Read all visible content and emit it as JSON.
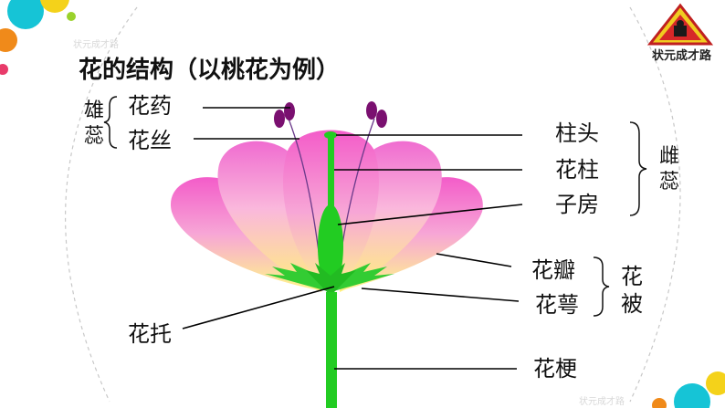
{
  "title": "花的结构（以桃花为例）",
  "watermark": "状元成才路",
  "logo_text": "状元成才路",
  "labels": {
    "anther": "花药",
    "filament": "花丝",
    "stigma": "柱头",
    "style": "花柱",
    "ovary": "子房",
    "petal": "花瓣",
    "sepal": "花萼",
    "receptacle": "花托",
    "pedicel": "花梗"
  },
  "groups": {
    "stamen": "雄蕊",
    "pistil": "雌蕊",
    "perianth": "花被"
  },
  "colors": {
    "petal_top": "#f060c8",
    "petal_bottom": "#fff08a",
    "stem": "#22cc22",
    "anther": "#7a1070",
    "leader_line": "#000000"
  }
}
